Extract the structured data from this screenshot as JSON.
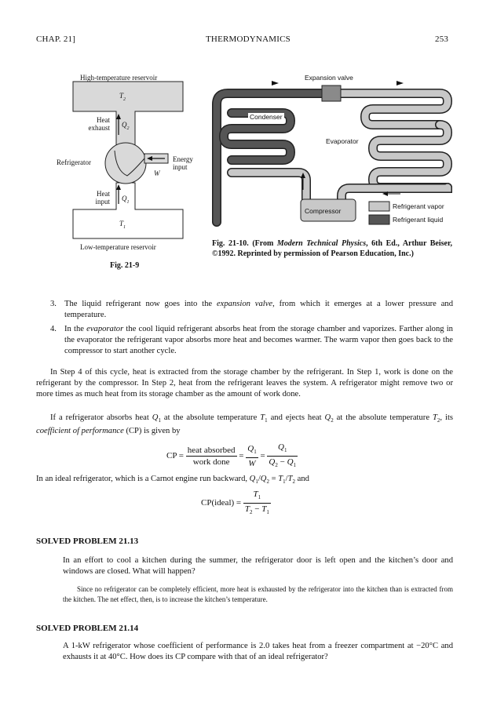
{
  "header": {
    "chapter": "CHAP. 21]",
    "title": "THERMODYNAMICS",
    "page": "253"
  },
  "fig9": {
    "high_reservoir": "High-temperature reservoir",
    "t2": "T",
    "t2_sub": "2",
    "heat_exhaust_1": "Heat",
    "heat_exhaust_2": "exhaust",
    "q2": "Q",
    "q2_sub": "2",
    "refrigerator": "Refrigerator",
    "energy_1": "Energy",
    "energy_2": "input",
    "w": "W",
    "heat_input_1": "Heat",
    "heat_input_2": "input",
    "q1": "Q",
    "q1_sub": "1",
    "t1": "T",
    "t1_sub": "1",
    "low_reservoir": "Low-temperature reservoir",
    "caption": "Fig. 21-9"
  },
  "fig10": {
    "expansion_valve": "Expansion valve",
    "condenser": "Condenser",
    "evaporator": "Evaporator",
    "compressor": "Compressor",
    "legend_vapor": "Refrigerant vapor",
    "legend_liquid": "Refrigerant liquid",
    "vapor_color": "#c8c8c8",
    "liquid_color": "#555555",
    "caption_bold_1": "Fig. 21-10.  (From ",
    "caption_italic": "Modern Technical Physics",
    "caption_bold_2": ", 6th Ed., Arthur Beiser, ©1992. Reprinted by permission of Pearson Education, Inc.)"
  },
  "steps": [
    {
      "num": "3.",
      "pre": "The liquid refrigerant now goes into the ",
      "term": "expansion valve",
      "post": ", from which it emerges at a lower pressure and temperature."
    },
    {
      "num": "4.",
      "pre": "In the ",
      "term": "evaporator",
      "post": " the cool liquid refrigerant absorbs heat from the storage chamber and vaporizes. Farther along in the evaporator the refrigerant vapor absorbs more heat and becomes warmer. The warm vapor then goes back to the compressor to start another cycle."
    }
  ],
  "paragraphs": {
    "p1": "In Step 4 of this cycle, heat is extracted from the storage chamber by the refrigerant. In Step 1, work is done on the refrigerant by the compressor. In Step 2, heat from the refrigerant leaves the system. A refrigerator might remove two or more times as much heat from its storage chamber as the amount of work done.",
    "p2_a": "If a refrigerator absorbs heat ",
    "p2_b": " at the absolute temperature ",
    "p2_c": " and ejects heat ",
    "p2_d": " at the absolute temperature ",
    "p2_e": ", its ",
    "p2_term": "coefficient of performance",
    "p2_f": " (CP) is given by",
    "p3_a": "In an ideal refrigerator, which is a Carnot engine run backward, ",
    "p3_b": " and"
  },
  "equations": {
    "cp": "CP =",
    "heat_absorbed": "heat absorbed",
    "work_done": "work done",
    "eq_sign": "=",
    "cp_ideal": "CP(ideal) ="
  },
  "problems": [
    {
      "title": "SOLVED PROBLEM 21.13",
      "question": "In an effort to cool a kitchen during the summer, the refrigerator door is left open and the kitchen’s door and windows are closed. What will happen?",
      "answer": "Since no refrigerator can be completely efficient, more heat is exhausted by the refrigerator into the kitchen than is extracted from the kitchen. The net effect, then, is to increase the kitchen’s temperature."
    },
    {
      "title": "SOLVED PROBLEM 21.14",
      "question_a": "A 1-kW refrigerator whose coefficient of performance is 2.0 takes heat from a freezer compartment at −20°C and exhausts it at 40°C. How does its CP compare with that of an ideal refrigerator?"
    }
  ]
}
